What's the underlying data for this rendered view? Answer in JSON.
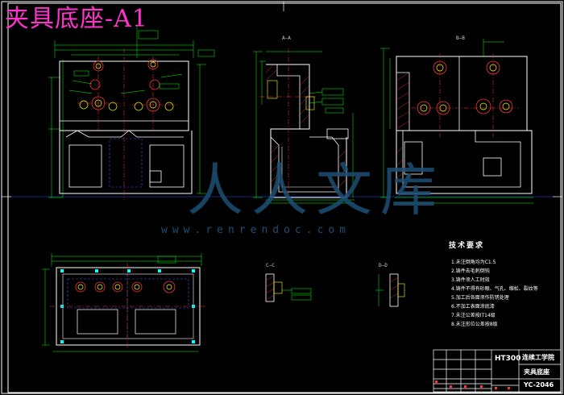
{
  "drawing": {
    "title": "夹具底座-A1",
    "watermark_text": "www.renrendoc.com",
    "watermark_brand": "人人文库"
  },
  "section_labels": [
    "A—A",
    "B—B",
    "C—C",
    "D—D"
  ],
  "tech_requirements": {
    "heading": "技术要求",
    "items": [
      "1.未注倒角均为C1.5",
      "2.铸件去毛刺倒钝",
      "3.铸件须人工时效",
      "4.铸件不得有砂眼、气孔、缩松、裂纹等",
      "5.加工后各面须作防锈处理",
      "6.不加工表面涂底漆",
      "7.未注公差按IT14级",
      "8.未注形位公差按8级"
    ]
  },
  "title_block": {
    "material": "HT300",
    "school": "连续工学院",
    "part_name": "夹具底座",
    "drawing_no": "YC-2046"
  },
  "colors": {
    "background": "#000000",
    "frame": "#ffffff",
    "outline": "#ffffff",
    "dimension": "#00ff00",
    "centerline": "#ff3333",
    "hidden": "#00ffff",
    "yellow": "#ffff00",
    "title": "#ff33cc",
    "watermark": "#1d4f74"
  }
}
